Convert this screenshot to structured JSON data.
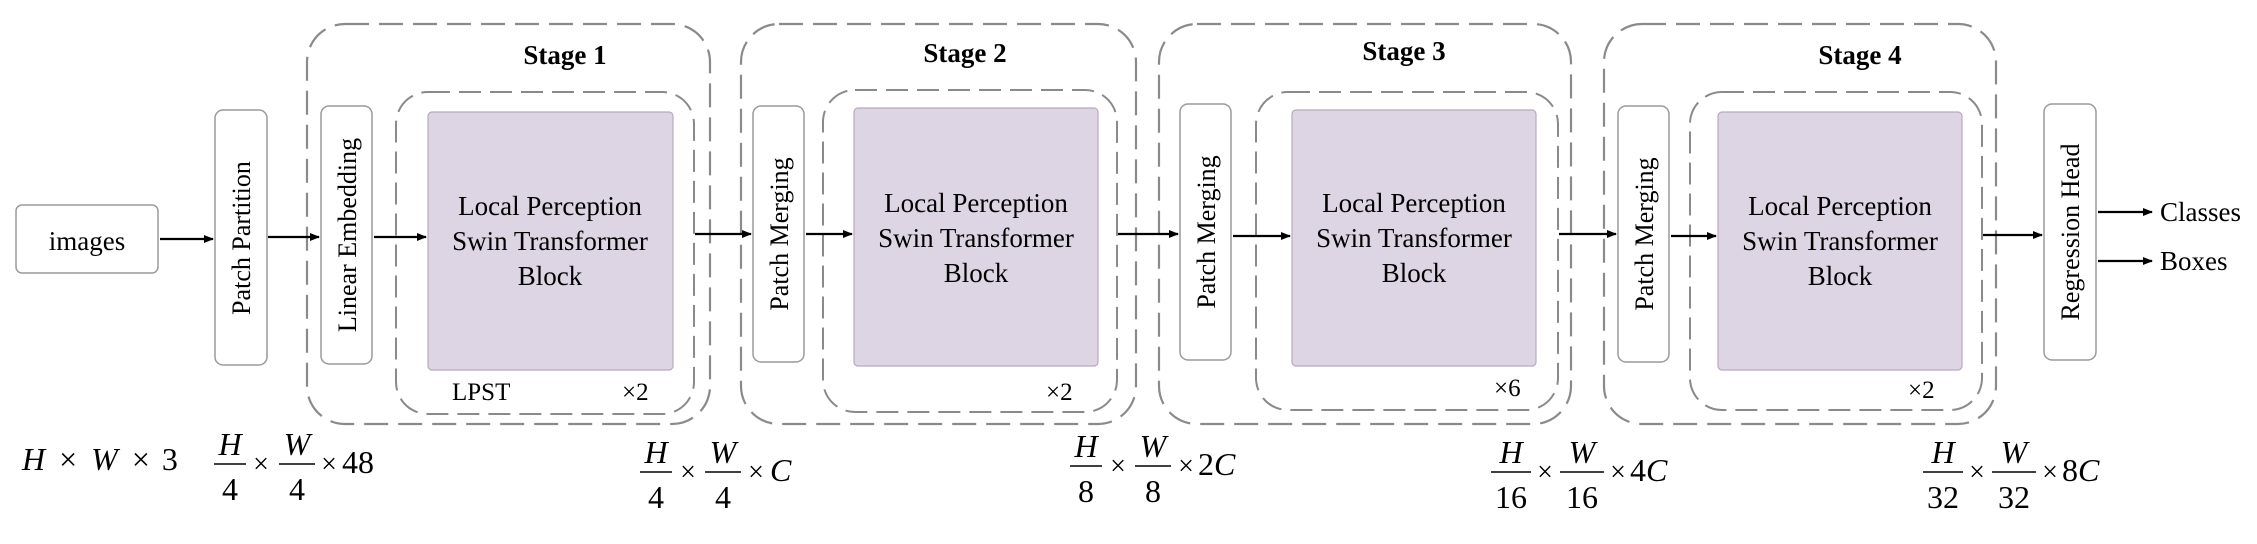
{
  "input_label": "images",
  "patch_partition": "Patch Partition",
  "linear_embedding": "Linear Embedding",
  "regression_head": "Regression Head",
  "outputs": {
    "classes": "Classes",
    "boxes": "Boxes"
  },
  "block_line1": "Local Perception",
  "block_line2": "Swin Transformer",
  "block_line3": "Block",
  "lpst_label": "LPST",
  "stages": [
    {
      "title": "Stage 1",
      "repeat": "×2"
    },
    {
      "title": "Stage 2",
      "merging": "Patch Merging",
      "repeat": "×2"
    },
    {
      "title": "Stage 3",
      "merging": "Patch Merging",
      "repeat": "×6"
    },
    {
      "title": "Stage 4",
      "merging": "Patch Merging",
      "repeat": "×2"
    }
  ],
  "dims": {
    "input": {
      "H": "H",
      "times": "×",
      "W": "W",
      "c": "3"
    },
    "partition": {
      "num1": "H",
      "den1": "4",
      "num2": "W",
      "den2": "4",
      "c": "48"
    },
    "stage1": {
      "num1": "H",
      "den1": "4",
      "num2": "W",
      "den2": "4",
      "c": "C"
    },
    "stage2": {
      "num1": "H",
      "den1": "8",
      "num2": "W",
      "den2": "8",
      "c_num": "2",
      "c": "C"
    },
    "stage3": {
      "num1": "H",
      "den1": "16",
      "num2": "W",
      "den2": "16",
      "c_num": "4",
      "c": "C"
    },
    "stage4": {
      "num1": "H",
      "den1": "32",
      "num2": "W",
      "den2": "32",
      "c_num": "8",
      "c": "C"
    }
  },
  "colors": {
    "block_fill": "#ddd5e3",
    "box_stroke": "#8a8a8a",
    "dash_stroke": "#8a8a8a",
    "arrow": "#000000"
  }
}
